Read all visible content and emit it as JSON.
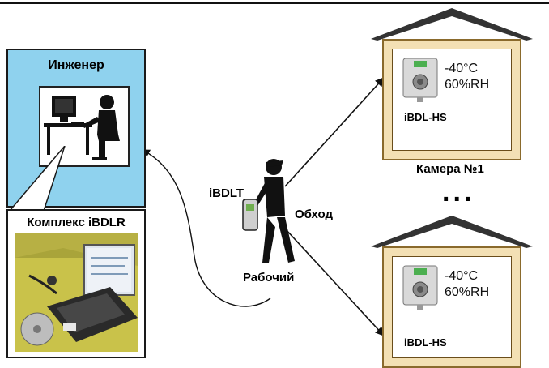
{
  "engineer": {
    "title": "Инженер"
  },
  "complex": {
    "title": "Комплекс iBDLR"
  },
  "device": {
    "label": "iBDLT"
  },
  "worker": {
    "label": "Рабочий"
  },
  "route": {
    "label": "Обход"
  },
  "ellipsis": "...",
  "chambers": [
    {
      "temperature": "-40°C",
      "humidity": "60%RH",
      "model": "iBDL-HS",
      "caption": "Камера №1"
    },
    {
      "temperature": "-40°C",
      "humidity": "60%RH",
      "model": "iBDL-HS"
    }
  ]
}
